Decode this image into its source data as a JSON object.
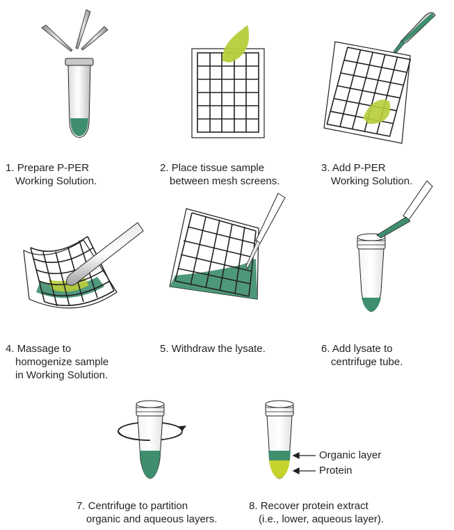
{
  "steps": [
    {
      "num": "1.",
      "lines": [
        "Prepare P-PER",
        "Working Solution."
      ]
    },
    {
      "num": "2.",
      "lines": [
        "Place tissue sample",
        "between mesh screens."
      ]
    },
    {
      "num": "3.",
      "lines": [
        "Add P-PER",
        "Working Solution."
      ]
    },
    {
      "num": "4.",
      "lines": [
        "Massage to",
        "homogenize sample",
        "in Working Solution."
      ]
    },
    {
      "num": "5.",
      "lines": [
        "Withdraw the lysate."
      ]
    },
    {
      "num": "6.",
      "lines": [
        "Add lysate to",
        "centrifuge tube."
      ]
    },
    {
      "num": "7.",
      "lines": [
        "Centrifuge to partition",
        "organic and aqueous layers."
      ]
    },
    {
      "num": "8.",
      "lines": [
        "Recover protein extract",
        "(i.e., lower, aqueous layer)."
      ]
    }
  ],
  "callouts": {
    "organic": "Organic layer",
    "protein": "Protein"
  },
  "colors": {
    "liquid": "#3f8f6f",
    "leaf": "#b7cc3a",
    "protein": "#c6d32e",
    "outline": "#231f20"
  }
}
